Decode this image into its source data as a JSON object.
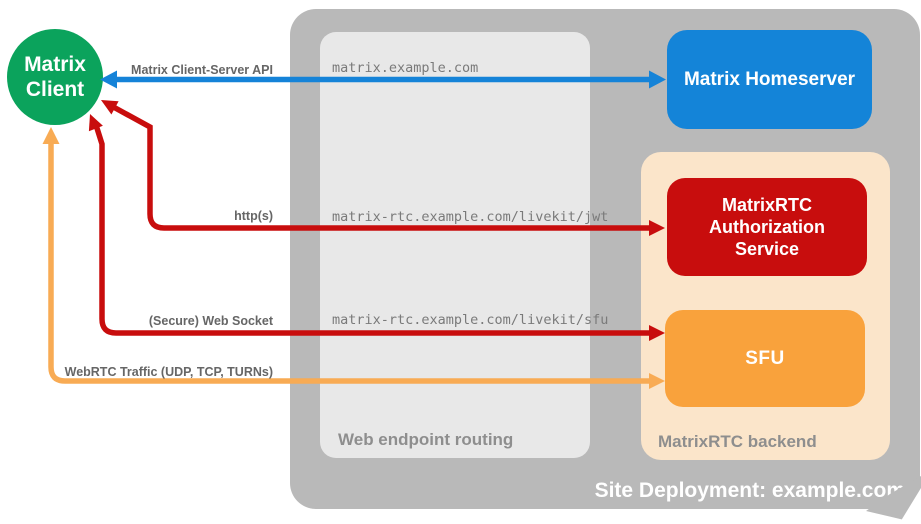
{
  "diagram": {
    "title": "Site Deployment: example.com"
  },
  "containers": {
    "site": {
      "label": "Site Deployment: example.com",
      "color": "#B9B9B9"
    },
    "routing": {
      "label": "Web endpoint routing",
      "color": "#E8E8E8"
    },
    "backend": {
      "label": "MatrixRTC backend",
      "color": "#FBE5CA"
    }
  },
  "nodes": {
    "client": {
      "label": "Matrix Client",
      "color": "#0BA35C",
      "shape": "circle"
    },
    "homeserver": {
      "label": "Matrix Homeserver",
      "color": "#1484D8",
      "shape": "rounded-rect"
    },
    "auth_service": {
      "label": "MatrixRTC Authorization Service",
      "color": "#C80D0D",
      "shape": "rounded-rect"
    },
    "sfu": {
      "label": "SFU",
      "color": "#F9A23C",
      "shape": "rounded-rect"
    }
  },
  "endpoints": {
    "homeserver": "matrix.example.com",
    "jwt": "matrix-rtc.example.com/livekit/jwt",
    "sfu": "matrix-rtc.example.com/livekit/sfu"
  },
  "arrows": {
    "cs_api": {
      "label": "Matrix Client-Server API",
      "color": "#1583D8",
      "direction": "bidirectional",
      "from": "Matrix Client",
      "to": "Matrix Homeserver"
    },
    "http": {
      "label": "http(s)",
      "color": "#C80D0D",
      "direction": "bidirectional",
      "from": "Matrix Client",
      "to": "MatrixRTC Authorization Service"
    },
    "websocket": {
      "label": "(Secure) Web Socket",
      "color": "#C80D0D",
      "direction": "bidirectional",
      "from": "Matrix Client",
      "to": "SFU"
    },
    "webrtc": {
      "label": "WebRTC Traffic (UDP, TCP, TURNs)",
      "color": "#F8AB54",
      "direction": "bidirectional",
      "from": "Matrix Client",
      "to": "SFU"
    }
  }
}
